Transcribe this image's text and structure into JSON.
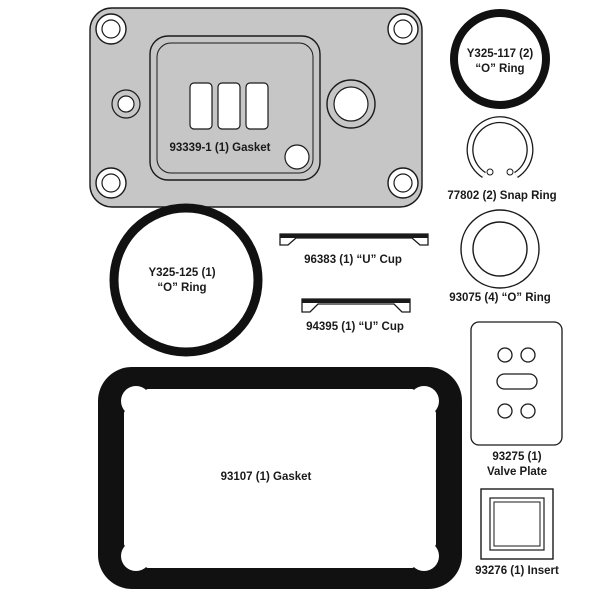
{
  "parts": [
    {
      "id": "gasket-top",
      "part": "93339-1 (1) Gasket"
    },
    {
      "id": "o-ring-y325-117",
      "line1": "Y325-117 (2)",
      "line2": "“O” Ring"
    },
    {
      "id": "snap-ring",
      "part": "77802 (2) Snap Ring"
    },
    {
      "id": "o-ring-y325-125",
      "line1": "Y325-125 (1)",
      "line2": "“O” Ring"
    },
    {
      "id": "u-cup-96383",
      "part": "96383 (1) “U” Cup"
    },
    {
      "id": "u-cup-94395",
      "part": "94395 (1) “U” Cup"
    },
    {
      "id": "o-ring-93075",
      "part": "93075 (4) “O” Ring"
    },
    {
      "id": "valve-plate",
      "line1": "93275 (1)",
      "line2": "Valve Plate"
    },
    {
      "id": "gasket-large",
      "part": "93107 (1) Gasket"
    },
    {
      "id": "insert",
      "part": "93276 (1) Insert"
    }
  ],
  "colors": {
    "part_fill": "#c6c6c6",
    "outline": "#1a1a1a",
    "ring_dark": "#111111"
  }
}
